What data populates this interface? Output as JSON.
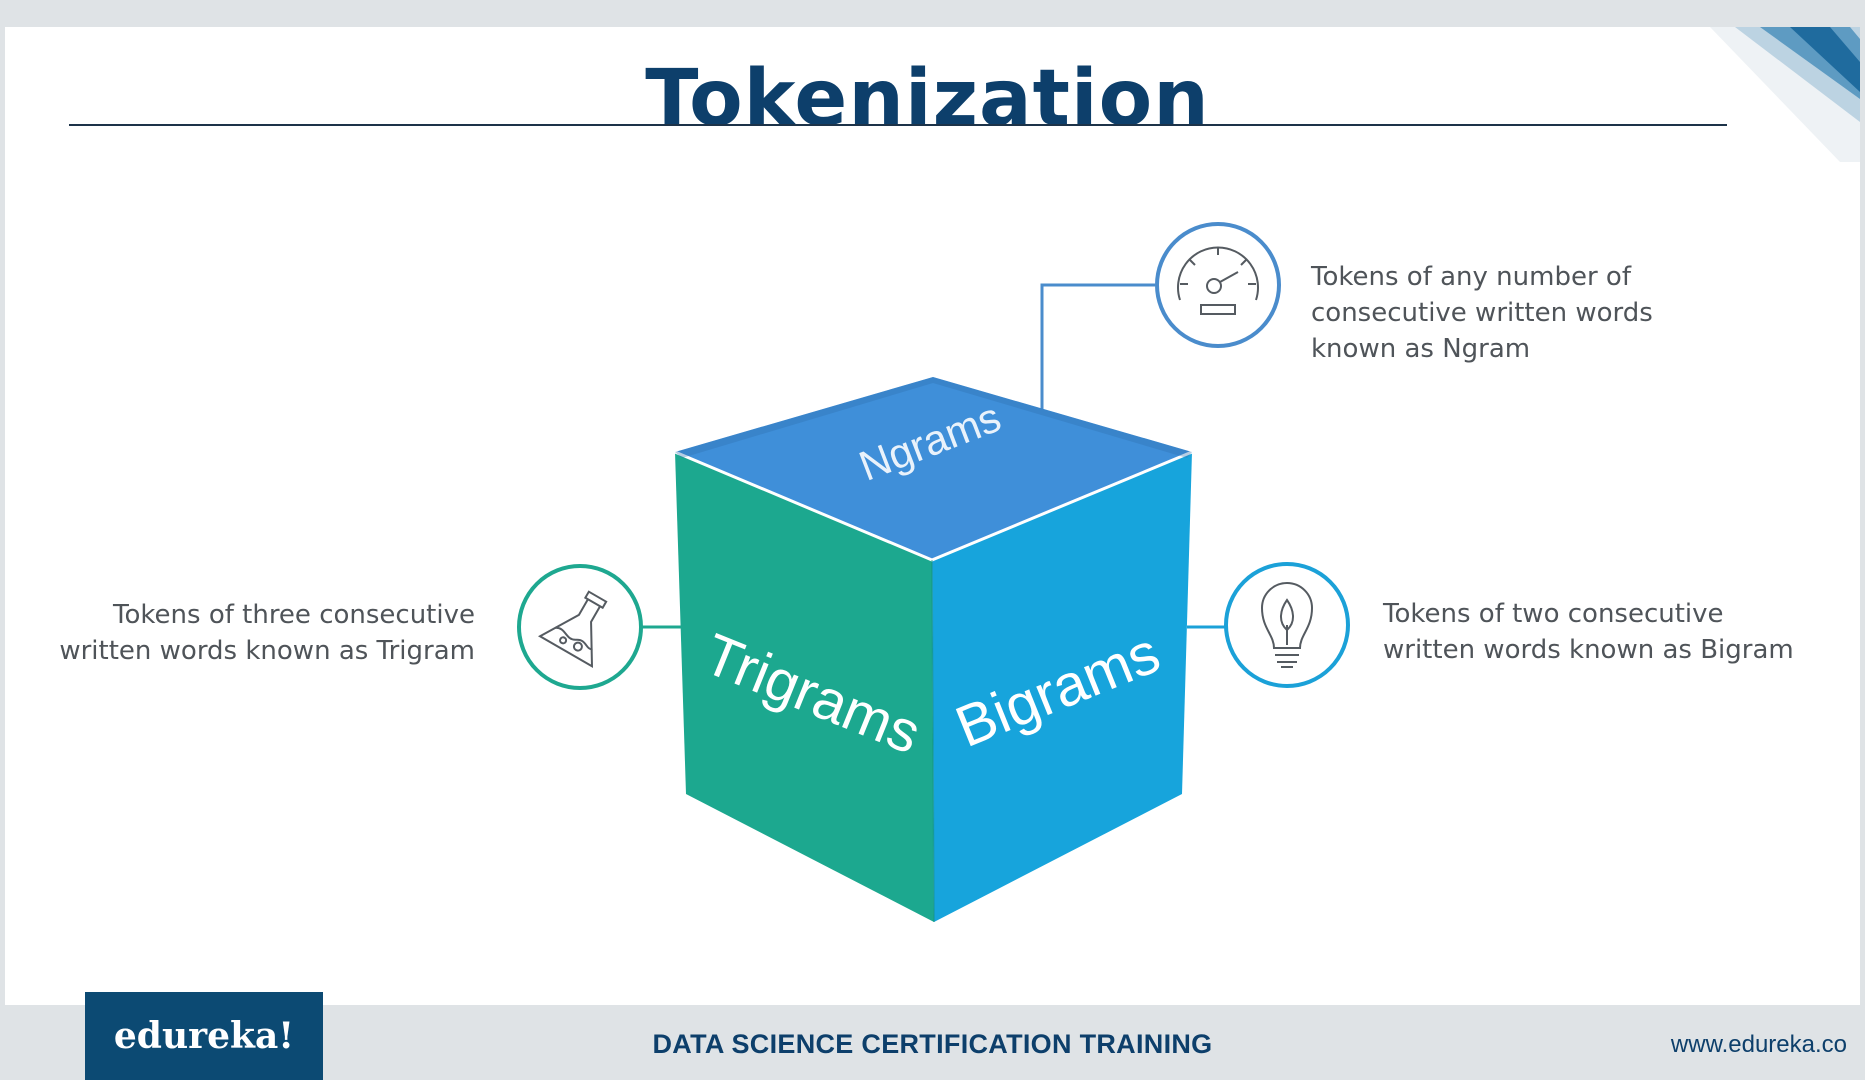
{
  "slide": {
    "title": "Tokenization"
  },
  "cube": {
    "top_label": "Ngrams",
    "left_label": "Trigrams",
    "right_label": "Bigrams",
    "colors": {
      "top": "#3f8fd9",
      "left": "#1ca88f",
      "right": "#17a4dc"
    }
  },
  "callouts": {
    "ngram": {
      "icon": "speedometer-icon",
      "lines": [
        "Tokens of any number of",
        "consecutive written words",
        "known as Ngram"
      ],
      "color": "#4a8ccc"
    },
    "bigram": {
      "icon": "lightbulb-icon",
      "lines": [
        "Tokens of two consecutive",
        "written words known as Bigram"
      ],
      "color": "#1ba1d8"
    },
    "trigram": {
      "icon": "flask-icon",
      "lines": [
        "Tokens of three consecutive",
        "written words known as Trigram"
      ],
      "color": "#1ea890"
    }
  },
  "footer": {
    "logo": "edureka!",
    "center_text": "DATA SCIENCE CERTIFICATION TRAINING",
    "url": "www.edureka.co"
  }
}
